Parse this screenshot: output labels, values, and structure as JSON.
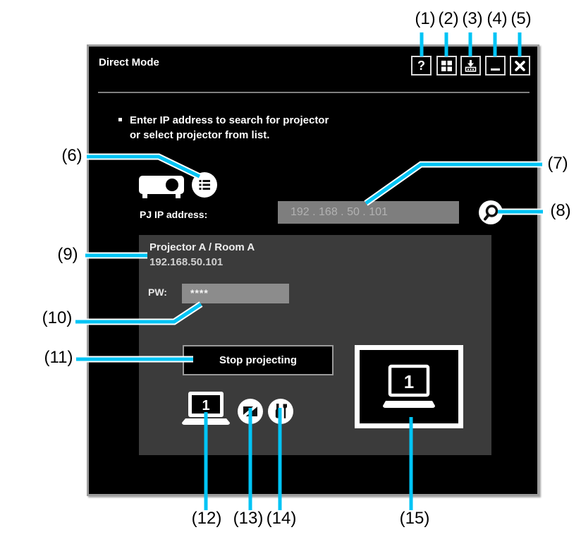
{
  "window": {
    "title": "Direct Mode",
    "help_glyph": "?",
    "titlebar_icons": [
      "help-icon",
      "layout-grid-icon",
      "dock-minimize-icon",
      "minimize-icon",
      "close-icon"
    ]
  },
  "instruction": {
    "line1": "Enter IP address to search for projector",
    "line2": "or select projector from list."
  },
  "ip_search": {
    "label": "PJ IP address:",
    "value": "192 . 168 . 50 . 101"
  },
  "projector": {
    "name": "Projector A / Room A",
    "ip": "192.168.50.101",
    "pw_label": "PW:",
    "pw_value": "****",
    "stop_button": "Stop projecting",
    "source_number": "1"
  },
  "icons": {
    "left_toolbar": [
      "projector-icon",
      "list-icon"
    ],
    "search": "magnifier-icon",
    "panel_toolbar": [
      "laptop-source-icon",
      "blank-screen-icon",
      "tools-icon"
    ],
    "preview": "projection-screen-icon"
  },
  "callouts": [
    "(1)",
    "(2)",
    "(3)",
    "(4)",
    "(5)",
    "(6)",
    "(7)",
    "(8)",
    "(9)",
    "(10)",
    "(11)",
    "(12)",
    "(13)",
    "(14)",
    "(15)"
  ],
  "colors": {
    "callout_line": "#00c4f5",
    "dialog_bg": "#000000",
    "dialog_border": "#9c9c9c",
    "panel_bg": "#3b3b3b",
    "ip_field_bg": "#7e7e7e",
    "pw_field_bg": "#8c8c8c",
    "text": "#ffffff"
  }
}
